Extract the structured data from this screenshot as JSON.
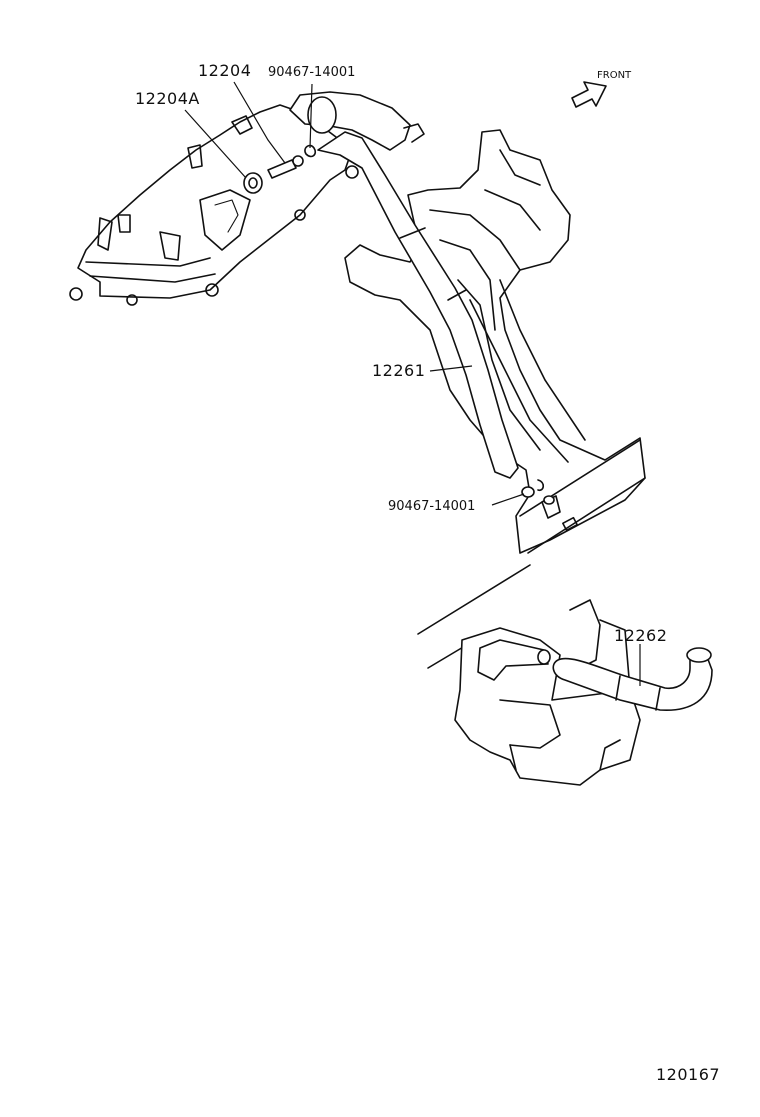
{
  "diagram": {
    "orientation_label": "FRONT",
    "figure_number": "120167",
    "parts": {
      "pcv_valve": "12204",
      "grommet": "12204A",
      "clip_upper": "90467-14001",
      "hose_ventilation": "12261",
      "clip_lower": "90467-14001",
      "hose_ventilation_2": "12262"
    }
  }
}
